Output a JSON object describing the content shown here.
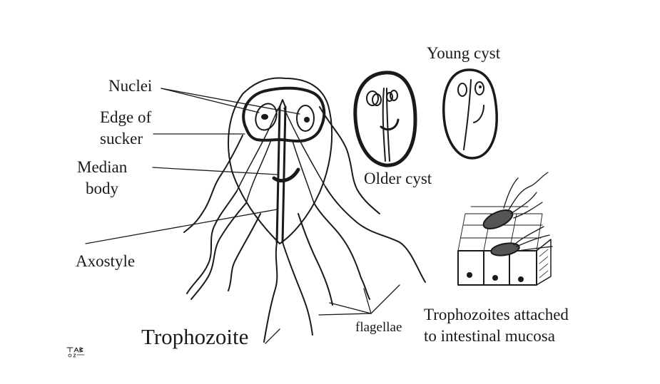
{
  "labels": {
    "nuclei": "Nuclei",
    "edge_of_sucker_line1": "Edge of",
    "edge_of_sucker_line2": "sucker",
    "median_body_line1": "Median",
    "median_body_line2": "body",
    "axostyle": "Axostyle",
    "trophozoite": "Trophozoite",
    "flagellae": "flagellae",
    "young_cyst": "Young cyst",
    "older_cyst": "Older cyst",
    "attached_line1": "Trophozoites attached",
    "attached_line2": "to intestinal mucosa"
  },
  "signature": {
    "text": "TAB © 2006"
  },
  "colors": {
    "ink": "#1a1a1a",
    "background": "#ffffff",
    "shading": "#555555"
  }
}
